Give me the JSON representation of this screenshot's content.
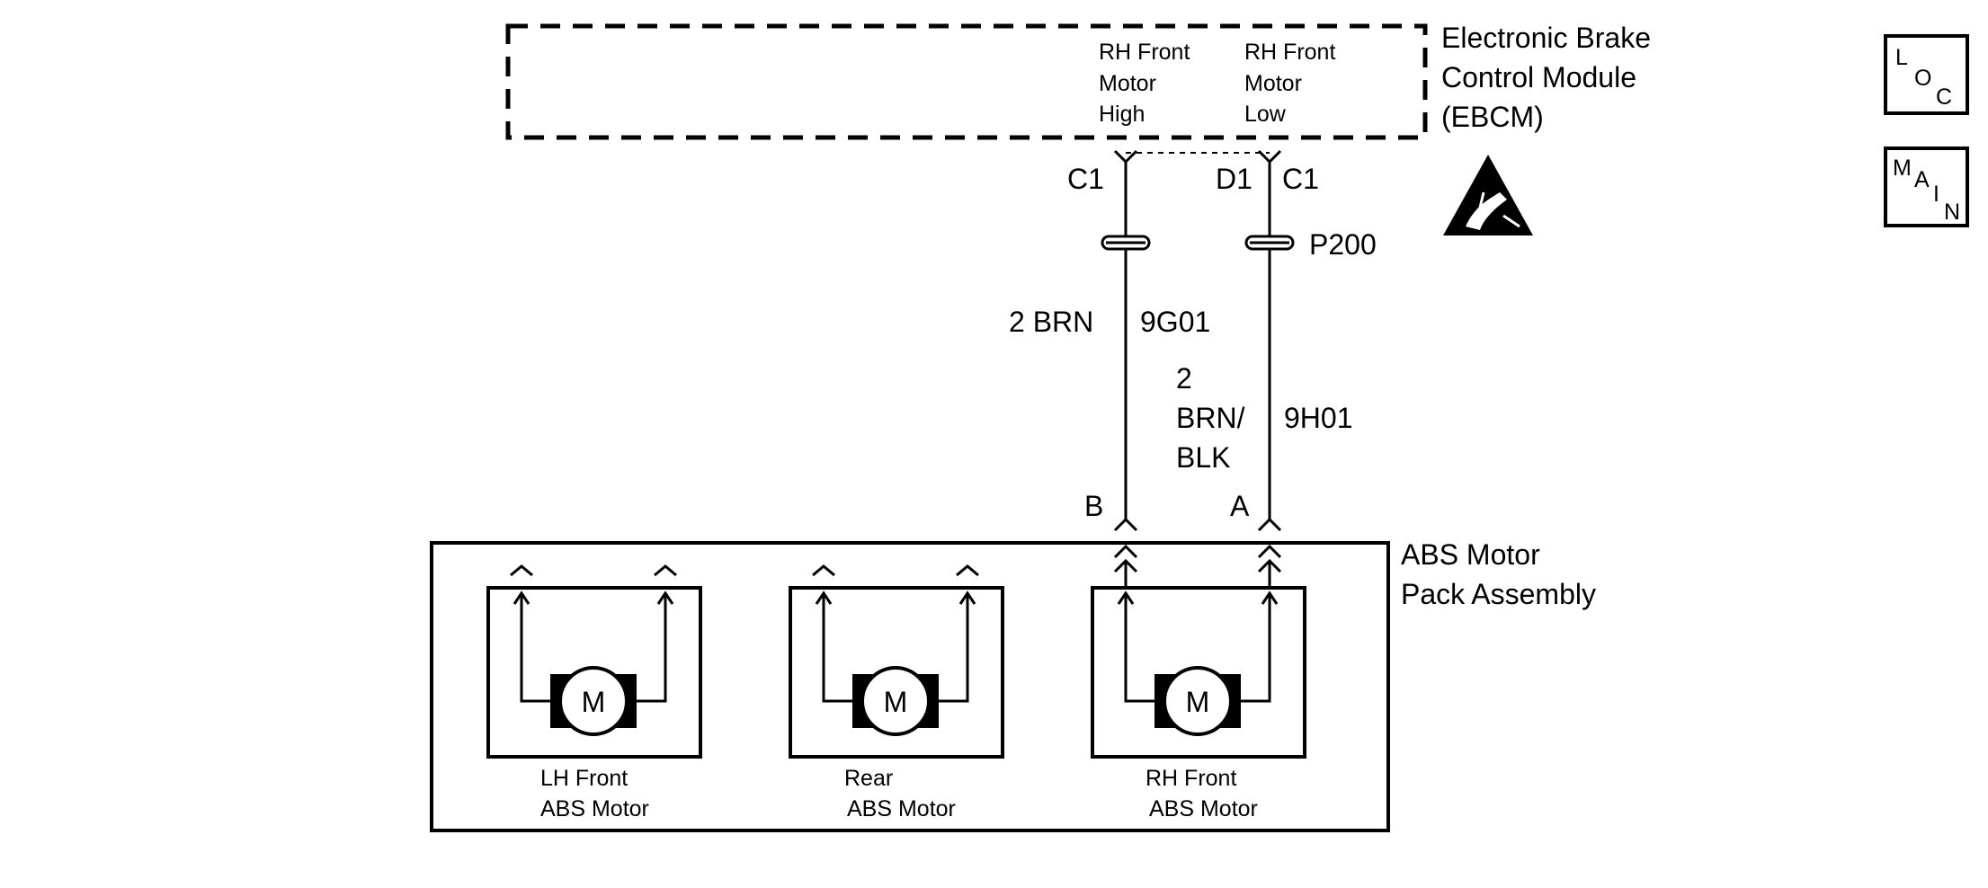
{
  "ebcm": {
    "name_lines": [
      "Electronic Brake",
      "Control Module",
      "(EBCM)"
    ],
    "pin_high_label": [
      "RH Front",
      "Motor",
      "High"
    ],
    "pin_low_label": [
      "RH Front",
      "Motor",
      "Low"
    ]
  },
  "connectors": {
    "left_cavity": "C1",
    "right_cavity_num": "D1",
    "right_cavity": "C1",
    "inline": "P200",
    "motor_pin_b": "B",
    "motor_pin_a": "A"
  },
  "wires": {
    "high": {
      "color": "2 BRN",
      "circuit": "9G01"
    },
    "low": {
      "color_lines": [
        "2",
        "BRN/",
        "BLK"
      ],
      "circuit": "9H01"
    }
  },
  "motor_pack": {
    "name_lines": [
      "ABS Motor",
      "Pack Assembly"
    ],
    "motor_symbol": "M",
    "motors": [
      {
        "label_lines": [
          "LH Front",
          "ABS Motor"
        ]
      },
      {
        "label_lines": [
          "Rear",
          "ABS Motor"
        ]
      },
      {
        "label_lines": [
          "RH Front",
          "ABS Motor"
        ]
      }
    ]
  },
  "nav": {
    "loc": [
      "L",
      "O",
      "C"
    ],
    "main": [
      "M",
      "A",
      "I",
      "N"
    ]
  },
  "icons": [
    "esd-warning-icon"
  ]
}
